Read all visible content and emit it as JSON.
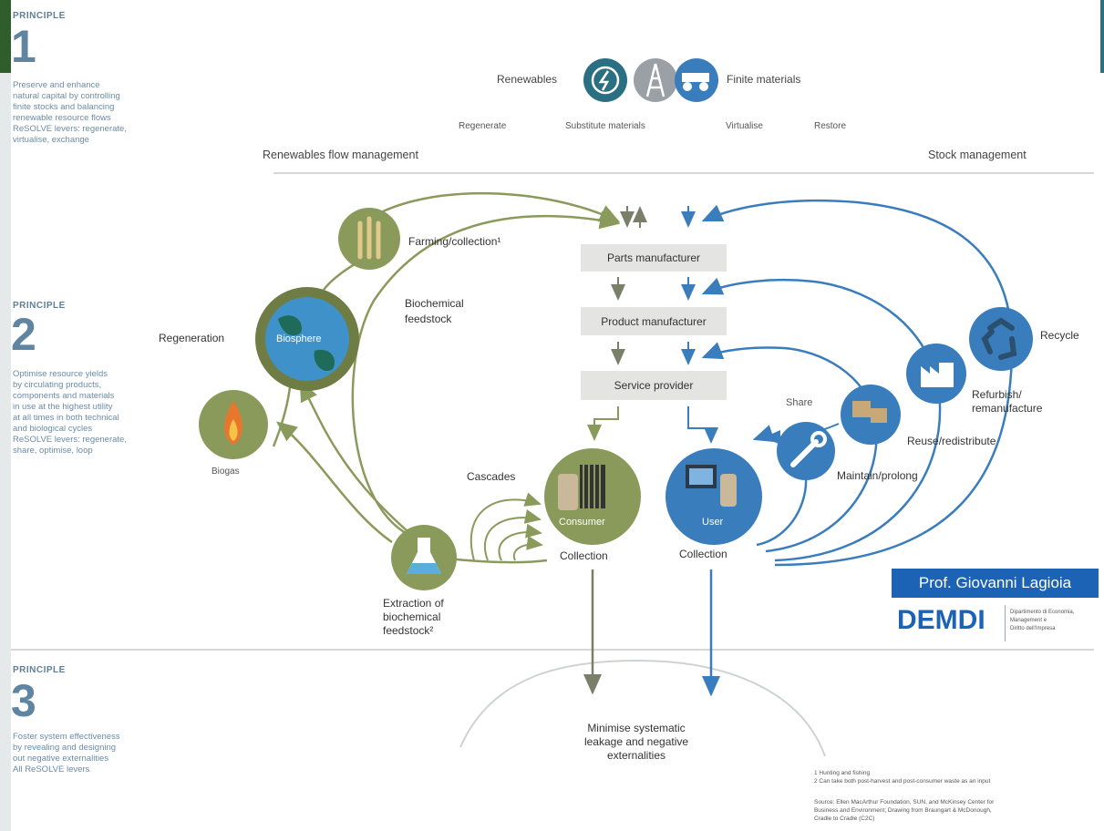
{
  "principles": [
    {
      "label": "PRINCIPLE",
      "number": "1",
      "lines": [
        "Preserve and enhance",
        "natural capital by controlling",
        "finite stocks and balancing",
        "renewable resource flows",
        "ReSOLVE levers: regenerate,",
        "virtualise, exchange"
      ]
    },
    {
      "label": "PRINCIPLE",
      "number": "2",
      "lines": [
        "Optimise resource yields",
        "by circulating products,",
        "components and materials",
        "in use at the highest utility",
        "at all times in both technical",
        "and biological cycles",
        "ReSOLVE levers: regenerate,",
        "share, optimise, loop"
      ]
    },
    {
      "label": "PRINCIPLE",
      "number": "3",
      "lines": [
        "Foster system effectiveness",
        "by revealing and designing",
        "out negative externalities",
        "All ReSOLVE levers"
      ]
    }
  ],
  "top": {
    "renewables": "Renewables",
    "finite": "Finite materials",
    "actions": [
      "Regenerate",
      "Substitute materials",
      "Virtualise",
      "Restore"
    ],
    "left_header": "Renewables flow management",
    "right_header": "Stock management"
  },
  "value_chain": [
    "Parts manufacturer",
    "Product manufacturer",
    "Service provider"
  ],
  "bio": {
    "farming": "Farming/collection¹",
    "biochemical": [
      "Biochemical",
      "feedstock"
    ],
    "regeneration": "Regeneration",
    "biosphere": "Biosphere",
    "biogas": "Biogas",
    "cascades": "Cascades",
    "extraction": [
      "Extraction of",
      "biochemical",
      "feedstock²"
    ],
    "consumer": "Consumer",
    "collection": "Collection"
  },
  "tech": {
    "user": "User",
    "collection": "Collection",
    "share": "Share",
    "maintain": "Maintain/prolong",
    "reuse": "Reuse/redistribute",
    "refurbish": [
      "Refurbish/",
      "remanufacture"
    ],
    "recycle": "Recycle"
  },
  "leakage": [
    "Minimise systematic",
    "leakage and negative",
    "externalities"
  ],
  "badge": {
    "name": "Prof. Giovanni Lagioia",
    "acronym": "DEMDI",
    "sub": [
      "Dipartimento di Economia,",
      "Management e",
      "Diritto dell'Impresa"
    ]
  },
  "notes": [
    "1 Hunting and fishing",
    "2 Can take both post-harvest and post-consumer waste as an input",
    "Source: Ellen MacArthur Foundation, SUN, and McKinsey Center for",
    "Business and Environment; Drawing from Braungart & McDonough,",
    "Cradle to Cradle (C2C)"
  ],
  "colors": {
    "bio": "#8a9a5b",
    "tech": "#3a7dbd",
    "principle": "#5f85a2",
    "badge": "#1c63b5"
  }
}
